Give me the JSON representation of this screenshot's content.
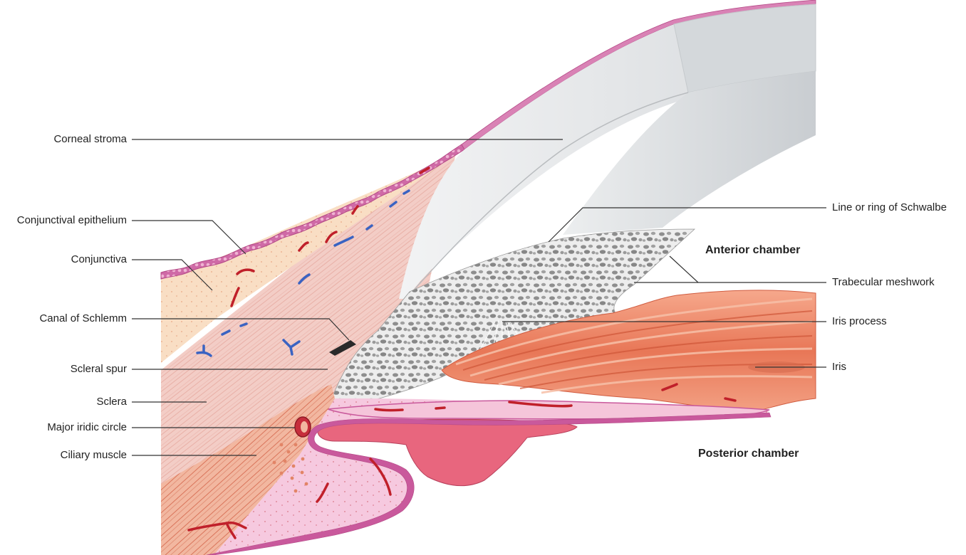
{
  "labels": {
    "corneal_stroma": "Corneal stroma",
    "conjunctival_epithelium": "Conjunctival epithelium",
    "conjunctiva": "Conjunctiva",
    "canal_of_schlemm": "Canal of Schlemm",
    "scleral_spur": "Scleral spur",
    "sclera": "Sclera",
    "major_iridic_circle": "Major iridic circle",
    "ciliary_muscle": "Ciliary muscle",
    "line_of_schwalbe": "Line or ring of Schwalbe",
    "anterior_chamber": "Anterior chamber",
    "trabecular_meshwork": "Trabecular meshwork",
    "iris_process": "Iris process",
    "iris": "Iris",
    "posterior_chamber": "Posterior chamber"
  },
  "colors": {
    "cornea": "#e4e6e8",
    "conjunctiva": "#f8dcc0",
    "sclera": "#f3c9c4",
    "epithelium": "#c9599c",
    "iris": "#ec8a6a",
    "ciliary_body": "#f3c2da",
    "meshwork": "#8f8f8f",
    "vessel_red": "#c0202a",
    "vessel_blue": "#3a63c2",
    "leader": "#333333"
  }
}
